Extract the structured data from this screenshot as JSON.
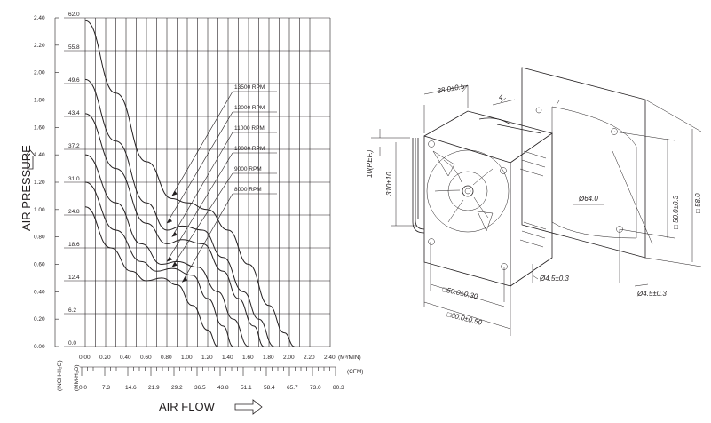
{
  "chart_data": {
    "type": "line",
    "title": "",
    "xlabel": "AIR FLOW",
    "ylabel": "AIR PRESSURE",
    "x_unit_primary": "(M³/MIN)",
    "x_unit_secondary": "(CFM)",
    "y_unit_primary": "(INCH-H₂O)",
    "y_unit_secondary": "(MM-H₂O)",
    "xlim": [
      0,
      2.4
    ],
    "ylim": [
      0,
      2.4
    ],
    "grid": true,
    "x_ticks_primary": [
      "0.00",
      "0.20",
      "0.40",
      "0.60",
      "0.80",
      "1.00",
      "1.20",
      "1.40",
      "1.60",
      "1.80",
      "2.00",
      "2.20",
      "2.40"
    ],
    "x_ticks_secondary": [
      "0.0",
      "7.3",
      "14.6",
      "21.9",
      "29.2",
      "36.5",
      "43.8",
      "51.1",
      "58.4",
      "65.7",
      "73.0",
      "80.3"
    ],
    "y_ticks_left": [
      "0.00",
      "0.20",
      "0.40",
      "0.60",
      "0.80",
      "1.00",
      "1.20",
      "1.40",
      "1.60",
      "1.80",
      "2.00",
      "2.20",
      "2.40"
    ],
    "y_ticks_inner": [
      "0.0",
      "6.2",
      "12.4",
      "18.6",
      "24.8",
      "31.0",
      "37.2",
      "43.4",
      "49.6",
      "55.8",
      "62.0"
    ],
    "series": [
      {
        "name": "13500 RPM",
        "x": [
          0,
          0.3,
          0.6,
          0.85,
          1.0,
          1.2,
          1.4,
          1.6,
          1.8,
          1.95,
          2.05
        ],
        "y": [
          2.38,
          1.85,
          1.35,
          1.08,
          1.05,
          1.0,
          0.85,
          0.6,
          0.3,
          0.1,
          0.0
        ]
      },
      {
        "name": "12000 RPM",
        "x": [
          0,
          0.3,
          0.6,
          0.8,
          0.95,
          1.15,
          1.35,
          1.55,
          1.7,
          1.85
        ],
        "y": [
          1.95,
          1.5,
          1.05,
          0.85,
          0.88,
          0.85,
          0.65,
          0.4,
          0.2,
          0.0
        ]
      },
      {
        "name": "11000 RPM",
        "x": [
          0,
          0.3,
          0.6,
          0.8,
          0.95,
          1.15,
          1.35,
          1.5,
          1.65,
          1.75
        ],
        "y": [
          1.7,
          1.3,
          0.9,
          0.75,
          0.78,
          0.75,
          0.55,
          0.35,
          0.15,
          0.0
        ]
      },
      {
        "name": "10000 RPM",
        "x": [
          0,
          0.3,
          0.55,
          0.75,
          0.9,
          1.1,
          1.3,
          1.45,
          1.6
        ],
        "y": [
          1.4,
          1.05,
          0.75,
          0.6,
          0.62,
          0.58,
          0.4,
          0.2,
          0.0
        ]
      },
      {
        "name": "9000 RPM",
        "x": [
          0,
          0.3,
          0.55,
          0.7,
          0.85,
          1.05,
          1.2,
          1.35,
          1.45
        ],
        "y": [
          1.2,
          0.85,
          0.62,
          0.55,
          0.57,
          0.52,
          0.35,
          0.15,
          0.0
        ]
      },
      {
        "name": "8000 RPM",
        "x": [
          0,
          0.25,
          0.45,
          0.6,
          0.75,
          0.9,
          1.05,
          1.2,
          1.3
        ],
        "y": [
          1.02,
          0.72,
          0.55,
          0.48,
          0.5,
          0.45,
          0.3,
          0.12,
          0.0
        ]
      }
    ],
    "label_anchor_x": [
      0.85,
      0.8,
      0.85,
      0.8,
      0.85,
      0.95
    ],
    "label_anchor_y": [
      1.1,
      0.9,
      0.8,
      0.62,
      0.58,
      0.47
    ]
  },
  "drawing": {
    "depth_dim": "38.0±0.5",
    "depth_small": "4",
    "ref_dim": "10(REF.)",
    "lead_dim": "310±10",
    "hole_pitch_front": "□50.0±0.30",
    "frame_size_front": "□60.0±0.50",
    "hole_dia_front": "Ø4.5±0.3",
    "bore_dia": "Ø64.0",
    "hole_pitch_rear": "□ 50.0±0.3",
    "frame_rear": "□ 58.0",
    "hole_dia_rear": "Ø4.5±0.3"
  }
}
